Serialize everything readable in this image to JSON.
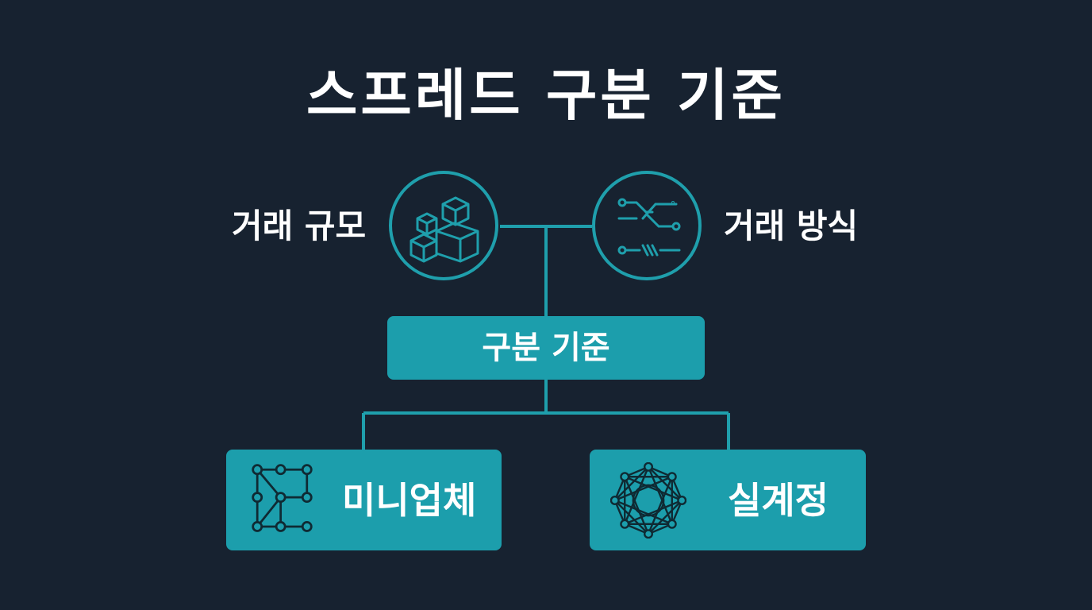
{
  "title": "스프레드 구분 기준",
  "top_left": {
    "label": "거래 규모",
    "icon": "cubes-icon"
  },
  "top_right": {
    "label": "거래 방식",
    "icon": "circuit-icon"
  },
  "center": {
    "label": "구분 기준"
  },
  "bottom_left": {
    "label": "미니업체",
    "icon": "network-nodes-icon"
  },
  "bottom_right": {
    "label": "실계정",
    "icon": "mesh-polygon-icon"
  },
  "colors": {
    "background": "#172230",
    "accent": "#1f9fac",
    "icon_dark": "#0f2a33",
    "text": "#ffffff"
  }
}
